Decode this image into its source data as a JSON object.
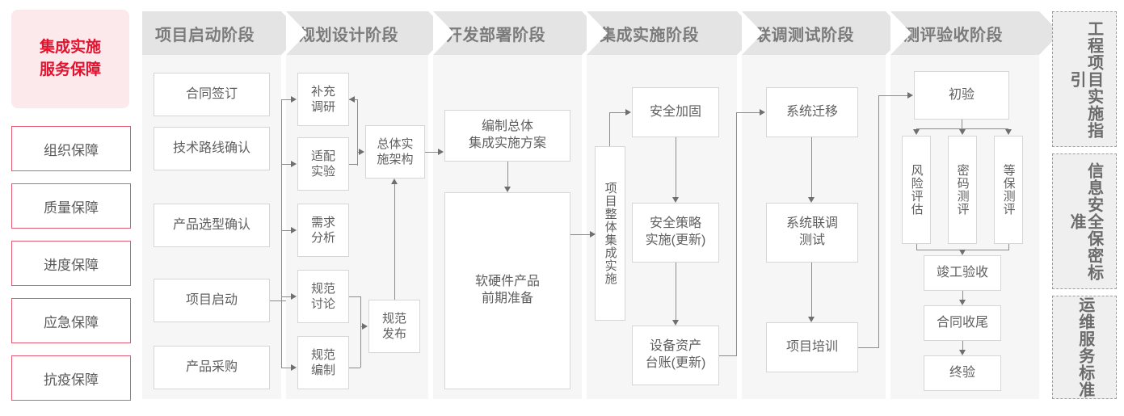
{
  "left_panel": {
    "title": "集成实施\n服务保障",
    "title_lines": [
      "集成实施",
      "服务保障"
    ],
    "accent_color": "#e1132e",
    "accent_bg": "#fce9ec",
    "items": [
      {
        "label": "组织保障"
      },
      {
        "label": "质量保障"
      },
      {
        "label": "进度保障"
      },
      {
        "label": "应急保障"
      },
      {
        "label": "抗疫保障"
      }
    ]
  },
  "phases": [
    {
      "id": "start",
      "title": "项目启动阶段"
    },
    {
      "id": "planning",
      "title": "规划设计阶段"
    },
    {
      "id": "deploy",
      "title": "开发部署阶段"
    },
    {
      "id": "integrate",
      "title": "集成实施阶段"
    },
    {
      "id": "joint_test",
      "title": "联调测试阶段"
    },
    {
      "id": "acceptance",
      "title": "测评验收阶段"
    }
  ],
  "nodes": {
    "start": [
      {
        "id": "n_contract",
        "label": "合同签订"
      },
      {
        "id": "n_techroute",
        "label": "技术路线确认"
      },
      {
        "id": "n_product",
        "label": "产品选型确认"
      },
      {
        "id": "n_kickoff",
        "label": "项目启动"
      },
      {
        "id": "n_purchase",
        "label": "产品采购"
      }
    ],
    "planning": [
      {
        "id": "n_survey",
        "label": "补充\n调研",
        "lines": [
          "补充",
          "调研"
        ]
      },
      {
        "id": "n_adapt",
        "label": "适配\n实验",
        "lines": [
          "适配",
          "实验"
        ]
      },
      {
        "id": "n_demand",
        "label": "需求\n分析",
        "lines": [
          "需求",
          "分析"
        ]
      },
      {
        "id": "n_specdisc",
        "label": "规范\n讨论",
        "lines": [
          "规范",
          "讨论"
        ]
      },
      {
        "id": "n_specwrite",
        "label": "规范\n编制",
        "lines": [
          "规范",
          "编制"
        ]
      },
      {
        "id": "n_arch",
        "label": "总体实\n施架构",
        "lines": [
          "总体实",
          "施架构"
        ]
      },
      {
        "id": "n_specpub",
        "label": "规范\n发布",
        "lines": [
          "规范",
          "发布"
        ]
      }
    ],
    "deploy": [
      {
        "id": "n_plan",
        "label": "编制总体\n集成实施方案",
        "lines": [
          "编制总体",
          "集成实施方案"
        ]
      },
      {
        "id": "n_prep",
        "label": "软硬件产品\n前期准备",
        "lines": [
          "软硬件产品",
          "前期准备"
        ]
      }
    ],
    "integrate": [
      {
        "id": "n_overall",
        "label": "项目整体集成实施",
        "vertical": true
      },
      {
        "id": "n_harden",
        "label": "安全加固"
      },
      {
        "id": "n_policy",
        "label": "安全策略\n实施(更新)",
        "lines": [
          "安全策略",
          "实施(更新)"
        ]
      },
      {
        "id": "n_asset",
        "label": "设备资产\n台账(更新)",
        "lines": [
          "设备资产",
          "台账(更新)"
        ]
      }
    ],
    "joint_test": [
      {
        "id": "n_migrate",
        "label": "系统迁移"
      },
      {
        "id": "n_jointest",
        "label": "系统联调\n测试",
        "lines": [
          "系统联调",
          "测试"
        ]
      },
      {
        "id": "n_training",
        "label": "项目培训"
      }
    ],
    "acceptance": [
      {
        "id": "n_first",
        "label": "初验"
      },
      {
        "id": "n_risk",
        "label": "风险评估",
        "vertical": true
      },
      {
        "id": "n_crypto",
        "label": "密码测评",
        "vertical": true
      },
      {
        "id": "n_dengbao",
        "label": "等保测评",
        "vertical": true
      },
      {
        "id": "n_complete",
        "label": "竣工验收"
      },
      {
        "id": "n_closeout",
        "label": "合同收尾"
      },
      {
        "id": "n_final",
        "label": "终验"
      }
    ]
  },
  "standards_rail": [
    {
      "id": "s_guideline",
      "label": "工程项目实施指引"
    },
    {
      "id": "s_security",
      "label": "信息安全保密标准"
    },
    {
      "id": "s_ops",
      "label": "运维服务标准"
    }
  ]
}
